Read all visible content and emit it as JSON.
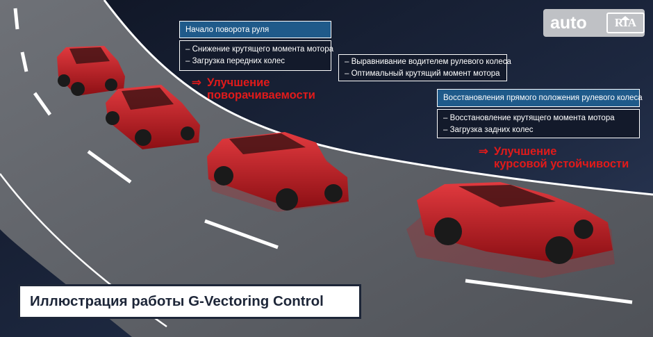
{
  "logo": {
    "auto": "auto",
    "ria": "RIA"
  },
  "caption": "Иллюстрация работы G-Vectoring Control",
  "phase1": {
    "title": "Начало поворота руля",
    "items": [
      "– Снижение крутящего момента мотора",
      "– Загрузка передних колес"
    ],
    "result_arrow": "⇒",
    "result": [
      "Улучшение",
      "поворачиваемости"
    ]
  },
  "phase2": {
    "items": [
      "– Выравнивание водителем рулевого колеса",
      "– Оптимальный крутящий момент мотора"
    ]
  },
  "phase3": {
    "title": "Восстановления прямого положения рулевого колеса",
    "items": [
      "– Восстановление крутящего момента мотора",
      "– Загрузка задних колес"
    ],
    "result_arrow": "⇒",
    "result": [
      "Улучшение",
      "курсовой устойчивости"
    ]
  },
  "colors": {
    "result": "#e11a1a",
    "box_head": "#1f5a8a",
    "box_body": "#131a2b",
    "road": "#5b5e64",
    "car": "#c4161c"
  }
}
